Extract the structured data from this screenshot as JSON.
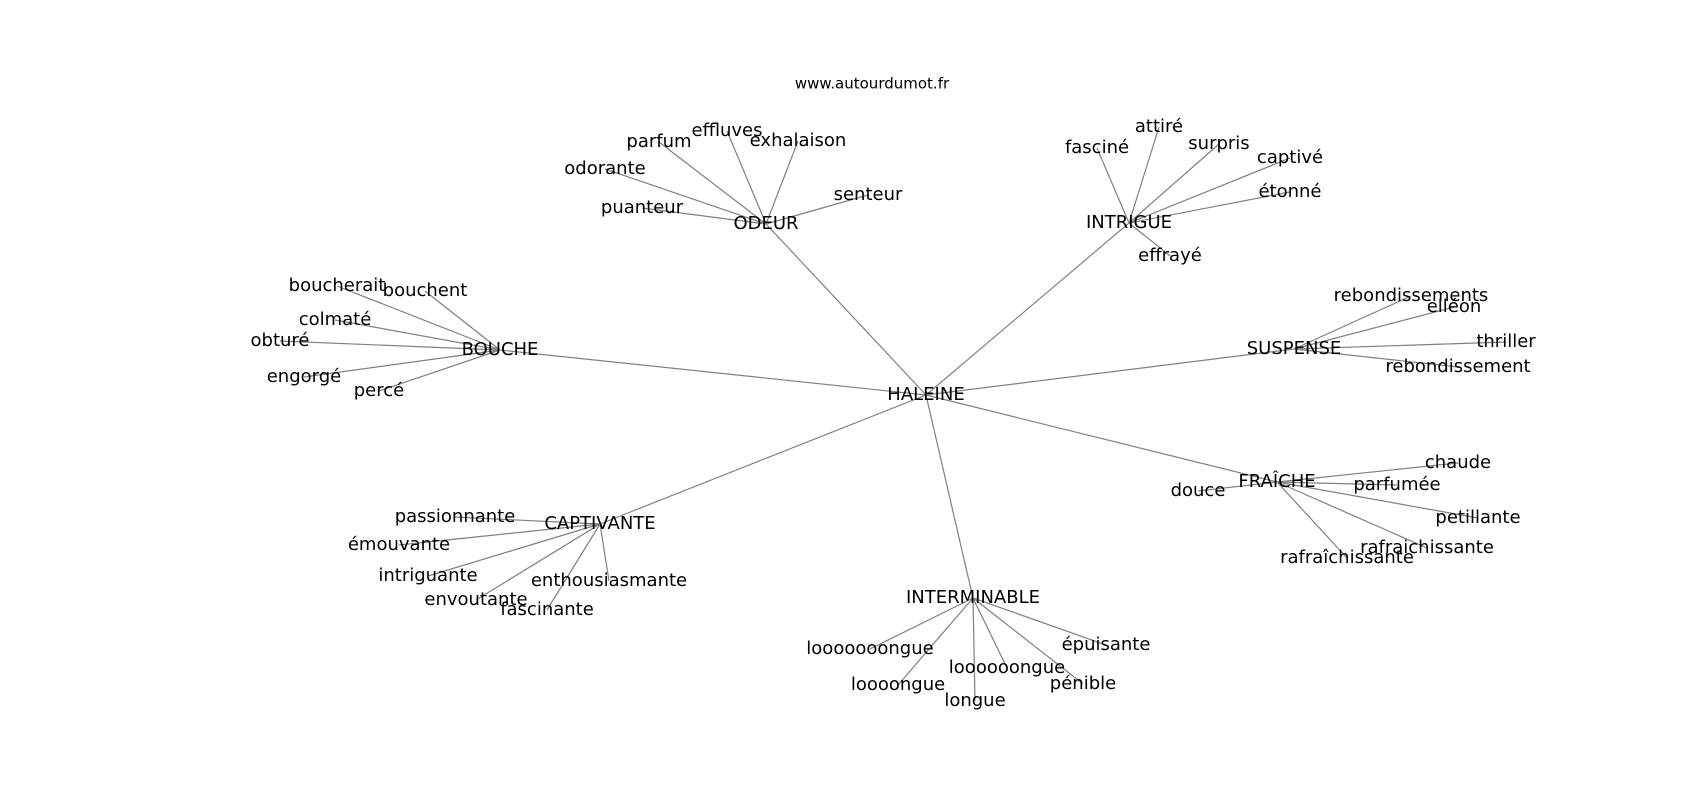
{
  "site": "www.autourdumot.fr",
  "graph": {
    "center": "HALEINE",
    "hubs": [
      {
        "label": "ODEUR",
        "leaves": [
          "puanteur",
          "odorante",
          "parfum",
          "effluves",
          "exhalaison",
          "senteur"
        ]
      },
      {
        "label": "INTRIGUE",
        "leaves": [
          "fasciné",
          "attiré",
          "surpris",
          "captivé",
          "étonné",
          "effrayé"
        ]
      },
      {
        "label": "BOUCHE",
        "leaves": [
          "boucherait",
          "bouchent",
          "colmaté",
          "obturé",
          "engorgé",
          "percé"
        ]
      },
      {
        "label": "SUSPENSE",
        "leaves": [
          "rebondissements",
          "elléon",
          "thriller",
          "rebondissement"
        ]
      },
      {
        "label": "FRAÎCHE",
        "leaves": [
          "douce",
          "chaude",
          "parfumée",
          "petillante",
          "rafraichissante",
          "rafraîchissante"
        ]
      },
      {
        "label": "CAPTIVANTE",
        "leaves": [
          "passionnante",
          "émouvante",
          "intriguante",
          "envoutante",
          "fascinante",
          "enthousiasmante"
        ]
      },
      {
        "label": "INTERMINABLE",
        "leaves": [
          "looooooongue",
          "loooongue",
          "longue",
          "loooooongue",
          "pénible",
          "épuisante"
        ]
      }
    ]
  }
}
